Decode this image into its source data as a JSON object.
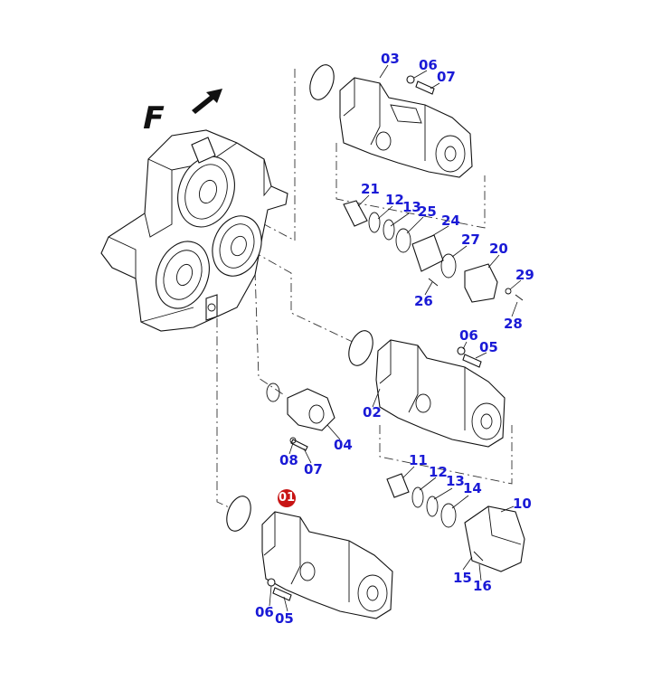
{
  "diagram": {
    "orientation_label": "F",
    "selected_callout": "01",
    "colors": {
      "callout": "#1a1ad6",
      "selected_fill": "#c81414",
      "selected_text": "#ffffff",
      "line": "#111111"
    },
    "callouts": {
      "c03a": "03",
      "c06a": "06",
      "c07a": "07",
      "c21": "21",
      "c12a": "12",
      "c13a": "13",
      "c25": "25",
      "c24": "24",
      "c27": "27",
      "c20": "20",
      "c29": "29",
      "c26": "26",
      "c28": "28",
      "c06b": "06",
      "c05a": "05",
      "c02": "02",
      "c04": "04",
      "c08": "08",
      "c07b": "07",
      "c11": "11",
      "c12b": "12",
      "c13b": "13",
      "c14": "14",
      "c10": "10",
      "c15": "15",
      "c16": "16",
      "c01": "01",
      "c06c": "06",
      "c05b": "05"
    }
  }
}
